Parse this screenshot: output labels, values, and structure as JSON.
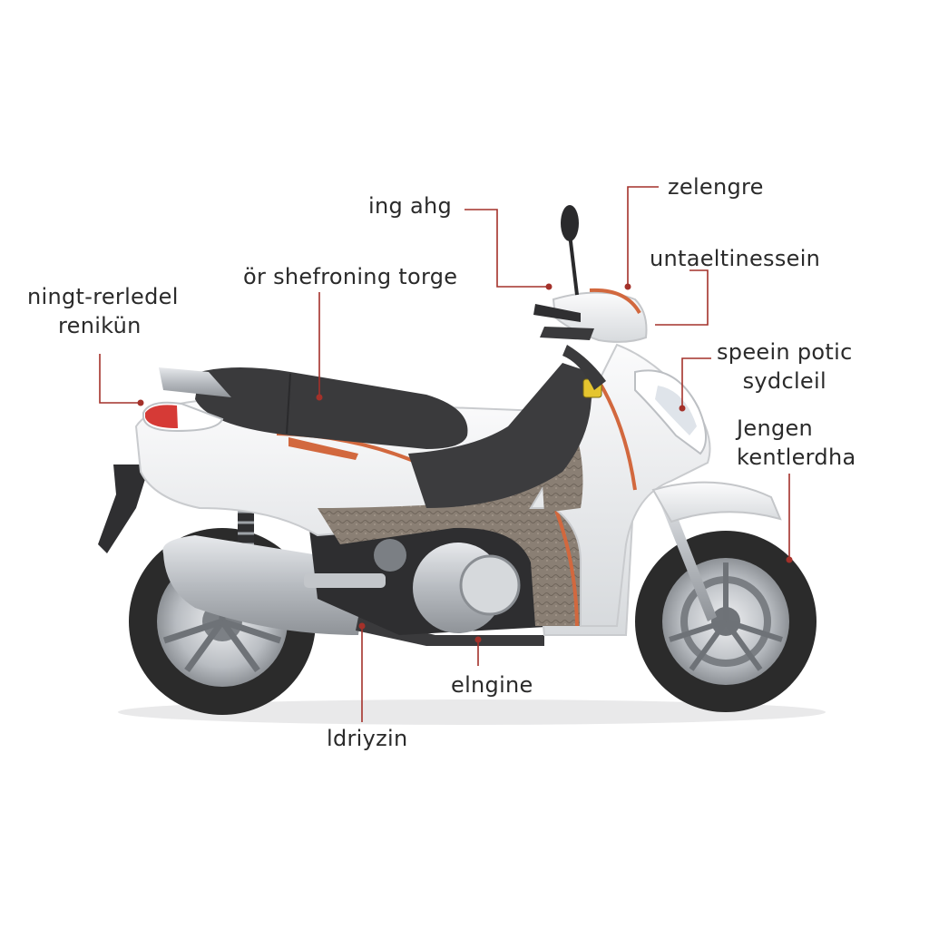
{
  "diagram": {
    "labels": {
      "rear_light": [
        "ningt-rerledel",
        "renikün"
      ],
      "seat": "ör shefroning torge",
      "mirror": "ing ahg",
      "headset": "zelengre",
      "windscreen": "untaeltinessein",
      "headlight": [
        "speein potic",
        "sydcleil"
      ],
      "front_wheel": [
        "Jengen",
        "kentlerdha"
      ],
      "engine": "elngine",
      "exhaust": "ldriyzin"
    },
    "colors": {
      "leader_line": "#a4312a",
      "body_white": "#eef0f2",
      "seat_dark": "#3a3a3c",
      "accent_orange": "#d2683e",
      "tire_dark": "#2b2b2b",
      "chrome": "#c9ccd0"
    }
  }
}
